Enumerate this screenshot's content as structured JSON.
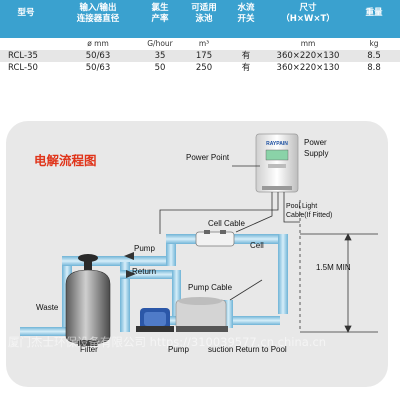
{
  "table": {
    "headers": [
      {
        "line1": "型号",
        "line2": ""
      },
      {
        "line1": "输入/输出",
        "line2": "连接器直径"
      },
      {
        "line1": "氯生",
        "line2": "产率"
      },
      {
        "line1": "可适用",
        "line2": "泳池"
      },
      {
        "line1": "水流",
        "line2": "开关"
      },
      {
        "line1": "尺寸",
        "line2": "（H×W×T）"
      },
      {
        "line1": "重量",
        "line2": ""
      }
    ],
    "units": [
      "",
      "ø mm",
      "G/hour",
      "m³",
      "",
      "mm",
      "kg"
    ],
    "rows": [
      [
        "RCL-35",
        "50/63",
        "35",
        "175",
        "有",
        "360×220×130",
        "8.5"
      ],
      [
        "RCL-50",
        "50/63",
        "50",
        "250",
        "有",
        "360×220×130",
        "8.8"
      ]
    ],
    "colors": {
      "header_bg": "#3aa1cf",
      "alt_row_bg": "#e6e6e6"
    }
  },
  "diagram": {
    "title": "电解流程图",
    "title_color": "#e0341a",
    "labels": {
      "power_point": "Power Point",
      "power_supply": "Power Supply",
      "cell_cable": "Cell Cable",
      "cell": "Cell",
      "pool_light_cable": "Pool Light Cable(If Fitted)",
      "pump_top": "Pump",
      "return_top": "Return",
      "pump_cable": "Pump  Cable",
      "height_min": "1.5M MIN",
      "waste": "Waste",
      "filter": "Filter",
      "pump_bottom": "Pump",
      "suction_return": "suction Return to Pool"
    },
    "controller_brand": "RAYPAIN",
    "watermark": "厦门杰士环保设备有限公司  https://310039577.cn.china.cn"
  }
}
